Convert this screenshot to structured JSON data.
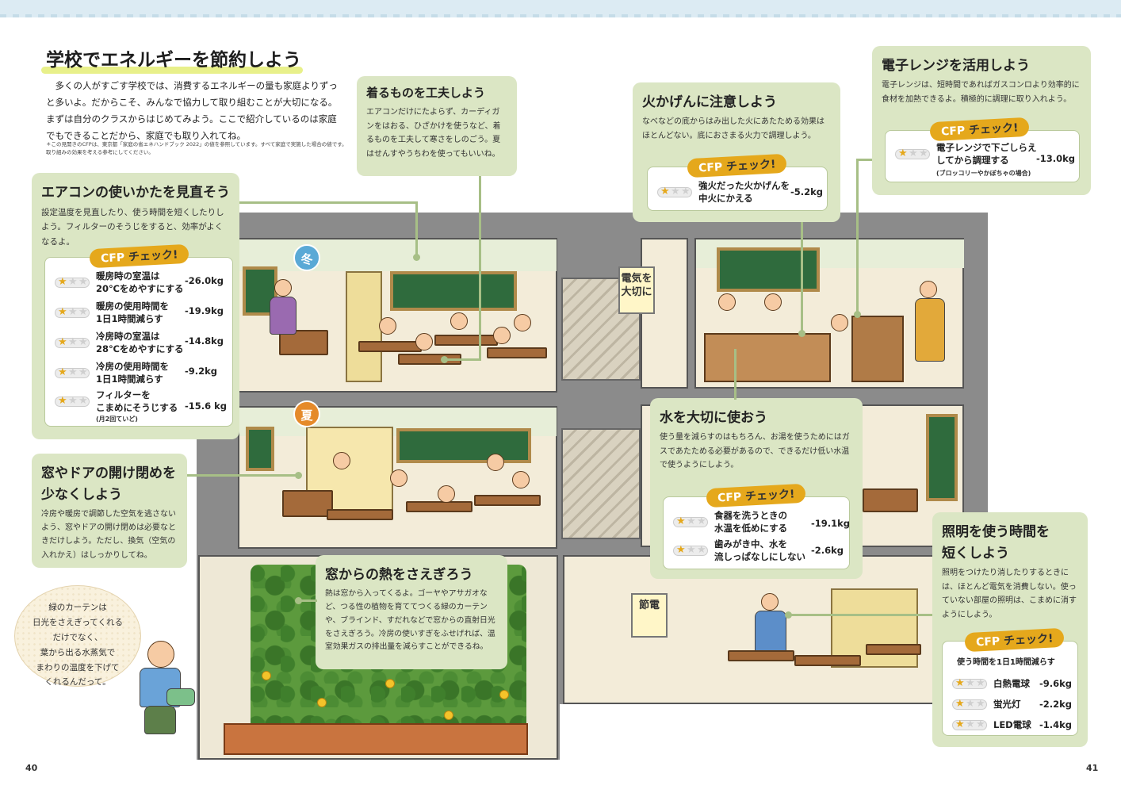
{
  "page": {
    "title": "学校でエネルギーを節約しよう",
    "intro": "多くの人がすごす学校では、消費するエネルギーの量も家庭よりずっと多いよ。だからこそ、みんなで協力して取り組むことが大切になる。まずは自分のクラスからはじめてみよう。ここで紹介しているのは家庭でもできることだから、家庭でも取り入れてね。",
    "footnote": "＊この見開きのCFPは、東京都「家庭の省エネハンドブック 2022」の値を参照しています。すべて家庭で実施した場合の値です。取り組みの効果を考える参考にしてください。",
    "page_left": "40",
    "page_right": "41",
    "season_winter": "冬",
    "season_summer": "夏",
    "sign_1": "電気を\n大切に",
    "sign_2": "節電",
    "cfp_label": "CFP",
    "cfp_check": "チェック!",
    "bubble": "緑のカーテンは\n日光をさえぎってくれる\nだけでなく、\n葉から出る水蒸気で\nまわりの温度を下げて\nくれるんだって。"
  },
  "aircon": {
    "title": "エアコンの使いかたを見直そう",
    "text": "設定温度を見直したり、使う時間を短くしたりしよう。フィルターのそうじをすると、効率がよくなるよ。",
    "items": [
      {
        "action": "暖房時の室温は\n20℃をめやすにする",
        "value": "-26.0kg",
        "stars": 1
      },
      {
        "action": "暖房の使用時間を\n1日1時間減らす",
        "value": "-19.9kg",
        "stars": 1
      },
      {
        "action": "冷房時の室温は\n28℃をめやすにする",
        "value": "-14.8kg",
        "stars": 1
      },
      {
        "action": "冷房の使用時間を\n1日1時間減らす",
        "value": "-9.2kg",
        "stars": 1
      },
      {
        "action": "フィルターを\nこまめにそうじする",
        "value": "-15.6 kg",
        "stars": 1
      }
    ],
    "note": "(月2回ていど)"
  },
  "clothes": {
    "title": "着るものを工夫しよう",
    "text": "エアコンだけにたよらず、カーディガンをはおる、ひざかけを使うなど、着るものを工夫して寒さをしのごう。夏はせんすやうちわを使ってもいいね。"
  },
  "window": {
    "title_1": "窓やドアの開け閉めを",
    "title_2": "少なくしよう",
    "text": "冷房や暖房で調節した空気を逃さないよう、窓やドアの開け閉めは必要なときだけしよう。ただし、換気（空気の入れかえ）はしっかりしてね。"
  },
  "heat": {
    "title": "窓からの熱をさえぎろう",
    "text": "熱は窓から入ってくるよ。ゴーヤやアサガオなど、つる性の植物を育ててつくる緑のカーテンや、ブラインド、すだれなどで窓からの直射日光をさえぎろう。冷房の使いすぎをふせげれば、温室効果ガスの排出量を減らすことができるね。"
  },
  "fire": {
    "title": "火かげんに注意しよう",
    "text": "なべなどの底からはみ出した火にあたためる効果はほとんどない。底におさまる火力で調理しよう。",
    "items": [
      {
        "action": "強火だった火かげんを\n中火にかえる",
        "value": "-5.2kg",
        "stars": 1
      }
    ]
  },
  "microwave": {
    "title": "電子レンジを活用しよう",
    "text": "電子レンジは、短時間であればガスコンロより効率的に食材を加熱できるよ。積極的に調理に取り入れよう。",
    "items": [
      {
        "action": "電子レンジで下ごしらえ\nしてから調理する",
        "value": "-13.0kg",
        "stars": 1
      }
    ],
    "note": "(ブロッコリーやかぼちゃの場合)"
  },
  "water": {
    "title": "水を大切に使おう",
    "text": "使う量を減らすのはもちろん、お湯を使うためにはガスであたためる必要があるので、できるだけ低い水温で使うようにしよう。",
    "items": [
      {
        "action": "食器を洗うときの\n水温を低めにする",
        "value": "-19.1kg",
        "stars": 1
      },
      {
        "action": "歯みがき中、水を\n流しっぱなしにしない",
        "value": "-2.6kg",
        "stars": 1
      }
    ]
  },
  "lighting": {
    "title_1": "照明を使う時間を",
    "title_2": "短くしよう",
    "text": "照明をつけたり消したりするときには、ほとんど電気を消費しない。使っていない部屋の照明は、こまめに消すようにしよう。",
    "subhead": "使う時間を1日1時間減らす",
    "items": [
      {
        "action": "白熱電球",
        "value": "-9.6kg",
        "stars": 1
      },
      {
        "action": "蛍光灯",
        "value": "-2.2kg",
        "stars": 1
      },
      {
        "action": "LED電球",
        "value": "-1.4kg",
        "stars": 1
      }
    ]
  },
  "colors": {
    "panel": "#dbe6c4",
    "accent": "#e5a81c",
    "winter": "#5aa9d6",
    "summer": "#e58a2a"
  }
}
